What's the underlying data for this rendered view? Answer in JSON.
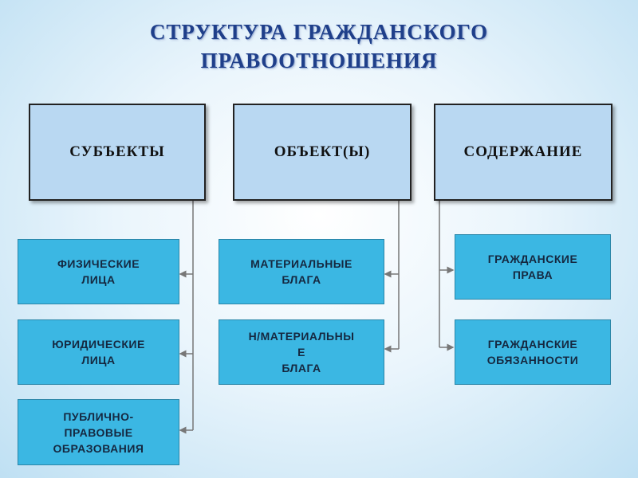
{
  "title": {
    "line1": "СТРУКТУРА ГРАЖДАНСКОГО",
    "line2": "ПРАВООТНОШЕНИЯ"
  },
  "columns": {
    "subjects": {
      "label": "СУБЪЕКТЫ",
      "items": [
        "ФИЗИЧЕСКИЕ\nЛИЦА",
        "ЮРИДИЧЕСКИЕ\nЛИЦА",
        "ПУБЛИЧНО-\nПРАВОВЫЕ\nОБРАЗОВАНИЯ"
      ]
    },
    "objects": {
      "label": "ОБЪЕКТ(Ы)",
      "items": [
        "МАТЕРИАЛЬНЫЕ\nБЛАГА",
        "Н/МАТЕРИАЛЬНЫ\nЕ\nБЛАГА"
      ]
    },
    "content": {
      "label": "СОДЕРЖАНИЕ",
      "items": [
        "ГРАЖДАНСКИЕ\nПРАВА",
        "ГРАЖДАНСКИЕ\nОБЯЗАННОСТИ"
      ]
    }
  },
  "colors": {
    "title": "#1f3f8a",
    "header_fill": "#b9d8f2",
    "leaf_fill": "#3bb7e3",
    "connector": "#777777"
  }
}
